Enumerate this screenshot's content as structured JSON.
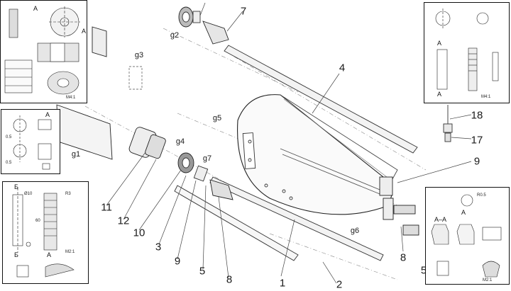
{
  "part_numbers": [
    "1",
    "2",
    "3",
    "4",
    "5",
    "5",
    "7",
    "8",
    "8",
    "9",
    "9",
    "10",
    "11",
    "12",
    "17",
    "18"
  ],
  "groups": [
    "g1",
    "g2",
    "g3",
    "g4",
    "g5",
    "g6",
    "g7"
  ],
  "inset_top_left": {
    "letter_a": "A",
    "letter_a2": "A",
    "scale_note": "M4:1"
  },
  "inset_mid_left": {
    "letter": "A",
    "dim1": "0.5",
    "dim2": "0.5"
  },
  "inset_bottom_left": {
    "section_b_top": "Б",
    "section_b_bottom": "Б",
    "letter_a": "A",
    "dim_d10": "Ø10",
    "dim_60": "60",
    "dim_r": "R3",
    "scale_note": "M2:1"
  },
  "inset_top_right": {
    "letter_a": "A",
    "letter_a2": "A",
    "scale_note": "M4:1"
  },
  "inset_bottom_right": {
    "section_label": "A–A",
    "letter_a": "A",
    "dim_r": "R0.5",
    "scale_note": "M2:1"
  }
}
